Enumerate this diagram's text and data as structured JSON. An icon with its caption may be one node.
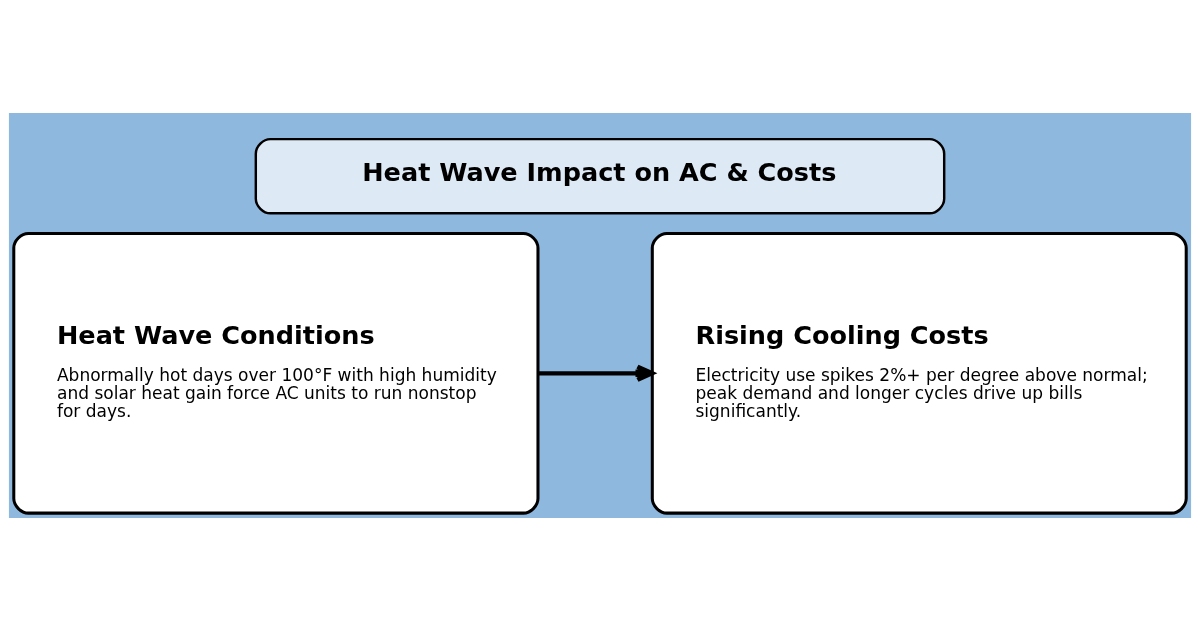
{
  "diagram": {
    "title": "Heat Wave Impact on AC & Costs",
    "nodes": [
      {
        "text": [
          "Heat Wave Conditions",
          "Abnormally hot days over 100°F with high humidity and solar heat gain force AC units to run nonstop for days."
        ]
      },
      {
        "text": [
          "Rising Cooling Costs",
          "Electricity use spikes 2%+ per degree above normal; peak demand and longer cycles drive up bills significantly."
        ]
      }
    ],
    "edges": [
      {
        "from": 0,
        "to": 1,
        "arrow": "to"
      }
    ]
  }
}
